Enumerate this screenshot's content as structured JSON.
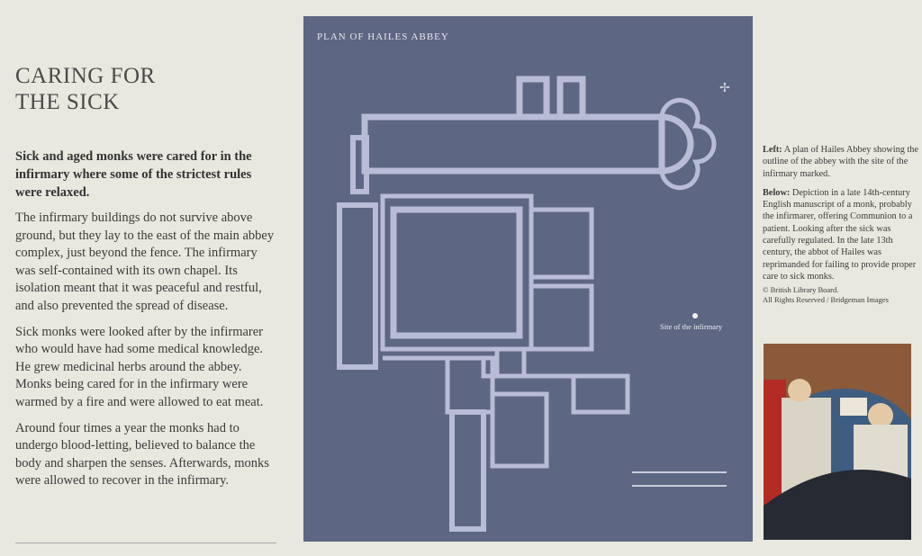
{
  "heading": {
    "line1": "CARING FOR",
    "line2": "THE SICK"
  },
  "lead": "Sick and aged monks were cared for in the infirmary where some of the strictest rules were relaxed.",
  "paragraphs": [
    "The infirmary buildings do not survive above ground, but they lay to the east of the main abbey complex, just beyond the fence. The infirmary was self-contained with its own chapel. Its isolation meant that it was peaceful and restful, and also prevented the spread of disease.",
    "Sick monks were looked after by the infirmarer who would have had some medical knowledge. He grew medicinal herbs around the abbey. Monks being cared for in the infirmary were warmed by a fire and were allowed to eat meat.",
    "Around four times a year the monks had to undergo blood-letting, believed to balance the body and sharpen the senses. Afterwards, monks were allowed to recover in the infirmary."
  ],
  "map": {
    "title": "PLAN OF HAILES ABBEY",
    "site_label": "Site of the infirmary",
    "background": "#5d6682",
    "plan_color": "#b9bcd6"
  },
  "captions": {
    "left_label": "Left:",
    "left_text": " A plan of Hailes Abbey showing the outline of the abbey with the site of the infirmary marked.",
    "below_label": "Below:",
    "below_text": " Depiction in a late 14th-century English manuscript of a monk, probably the infirmarer, offering Communion to a patient. Looking after the sick was carefully regulated. In the late 13th century, the abbot of Hailes was reprimanded for failing to provide proper care to sick monks.",
    "credit1": "© British Library Board.",
    "credit2": "All Rights Reserved / Bridgeman Images"
  }
}
